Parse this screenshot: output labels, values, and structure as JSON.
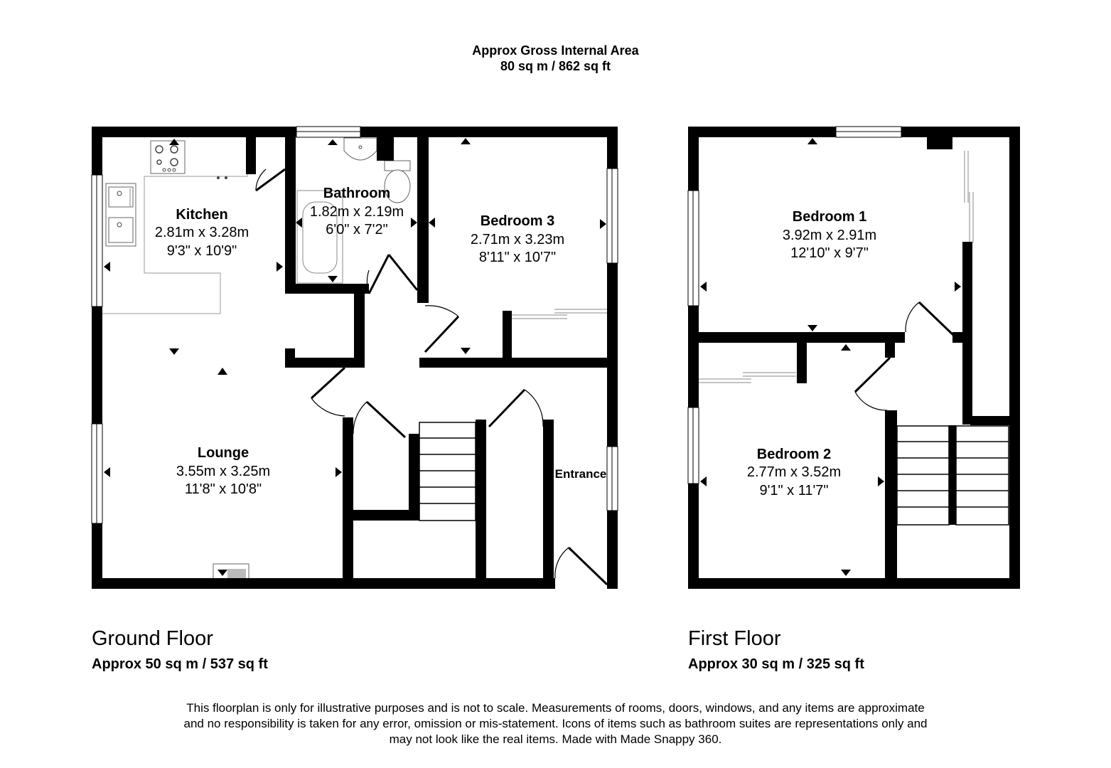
{
  "header": {
    "title": "Approx Gross Internal Area",
    "total_area": "80 sq m / 862 sq ft"
  },
  "ground_floor": {
    "title": "Ground Floor",
    "area": "Approx 50 sq m / 537 sq ft",
    "rooms": {
      "kitchen": {
        "name": "Kitchen",
        "metric": "2.81m x 3.28m",
        "imperial": "9'3\" x 10'9\""
      },
      "bathroom": {
        "name": "Bathroom",
        "metric": "1.82m x 2.19m",
        "imperial": "6'0\" x 7'2\""
      },
      "bedroom3": {
        "name": "Bedroom 3",
        "metric": "2.71m x 3.23m",
        "imperial": "8'11\" x 10'7\""
      },
      "lounge": {
        "name": "Lounge",
        "metric": "3.55m x 3.25m",
        "imperial": "11'8\" x 10'8\""
      },
      "entrance": {
        "name": "Entrance"
      }
    }
  },
  "first_floor": {
    "title": "First Floor",
    "area": "Approx 30 sq m / 325 sq ft",
    "rooms": {
      "bedroom1": {
        "name": "Bedroom 1",
        "metric": "3.92m x 2.91m",
        "imperial": "12'10\" x 9'7\""
      },
      "bedroom2": {
        "name": "Bedroom 2",
        "metric": "2.77m x 3.52m",
        "imperial": "9'1\" x 11'7\""
      }
    }
  },
  "disclaimer": {
    "line1": "This floorplan is only for illustrative purposes and is not to scale. Measurements of rooms, doors, windows, and any items are approximate",
    "line2": "and no responsibility is taken for any error, omission or mis-statement. Icons of items such as bathroom suites are representations only and",
    "line3": "may not look like the real items. Made with Made Snappy 360."
  }
}
